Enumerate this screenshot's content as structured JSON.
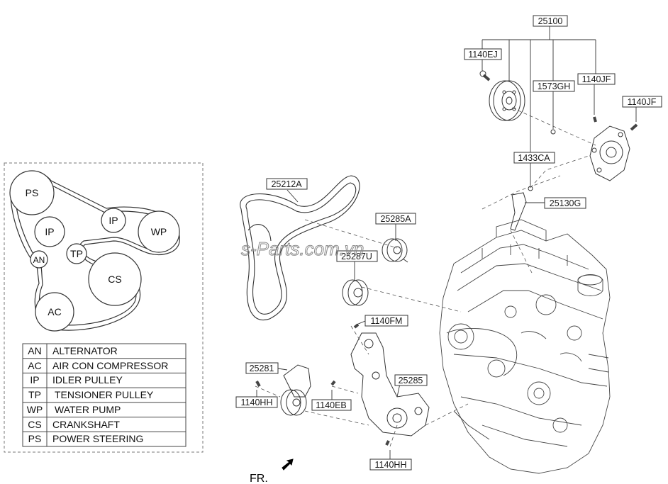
{
  "belt_diagram": {
    "pulleys": [
      {
        "label": "PS"
      },
      {
        "label": "IP"
      },
      {
        "label": "IP"
      },
      {
        "label": "WP"
      },
      {
        "label": "TP"
      },
      {
        "label": "AN"
      },
      {
        "label": "CS"
      },
      {
        "label": "AC"
      }
    ],
    "legend": [
      {
        "code": "AN",
        "name": "ALTERNATOR"
      },
      {
        "code": "AC",
        "name": "AIR CON COMPRESSOR"
      },
      {
        "code": "IP",
        "name": "IDLER PULLEY"
      },
      {
        "code": "TP",
        "name": "TENSIONER PULLEY"
      },
      {
        "code": "WP",
        "name": "WATER PUMP"
      },
      {
        "code": "CS",
        "name": "CRANKSHAFT"
      },
      {
        "code": "PS",
        "name": "POWER STEERING"
      }
    ]
  },
  "callouts": {
    "c25100": "25100",
    "c1140EJ": "1140EJ",
    "c1573GH": "1573GH",
    "c1140JF_a": "1140JF",
    "c1140JF_b": "1140JF",
    "c1433CA": "1433CA",
    "c25130G": "25130G",
    "c25212A": "25212A",
    "c25285A": "25285A",
    "c25287U": "25287U",
    "c1140FM": "1140FM",
    "c25281": "25281",
    "c25285": "25285",
    "c1140HH_a": "1140HH",
    "c1140EB": "1140EB",
    "c1140HH_b": "1140HH"
  },
  "watermark": "s-Parts.com.vn",
  "direction_label": "FR."
}
